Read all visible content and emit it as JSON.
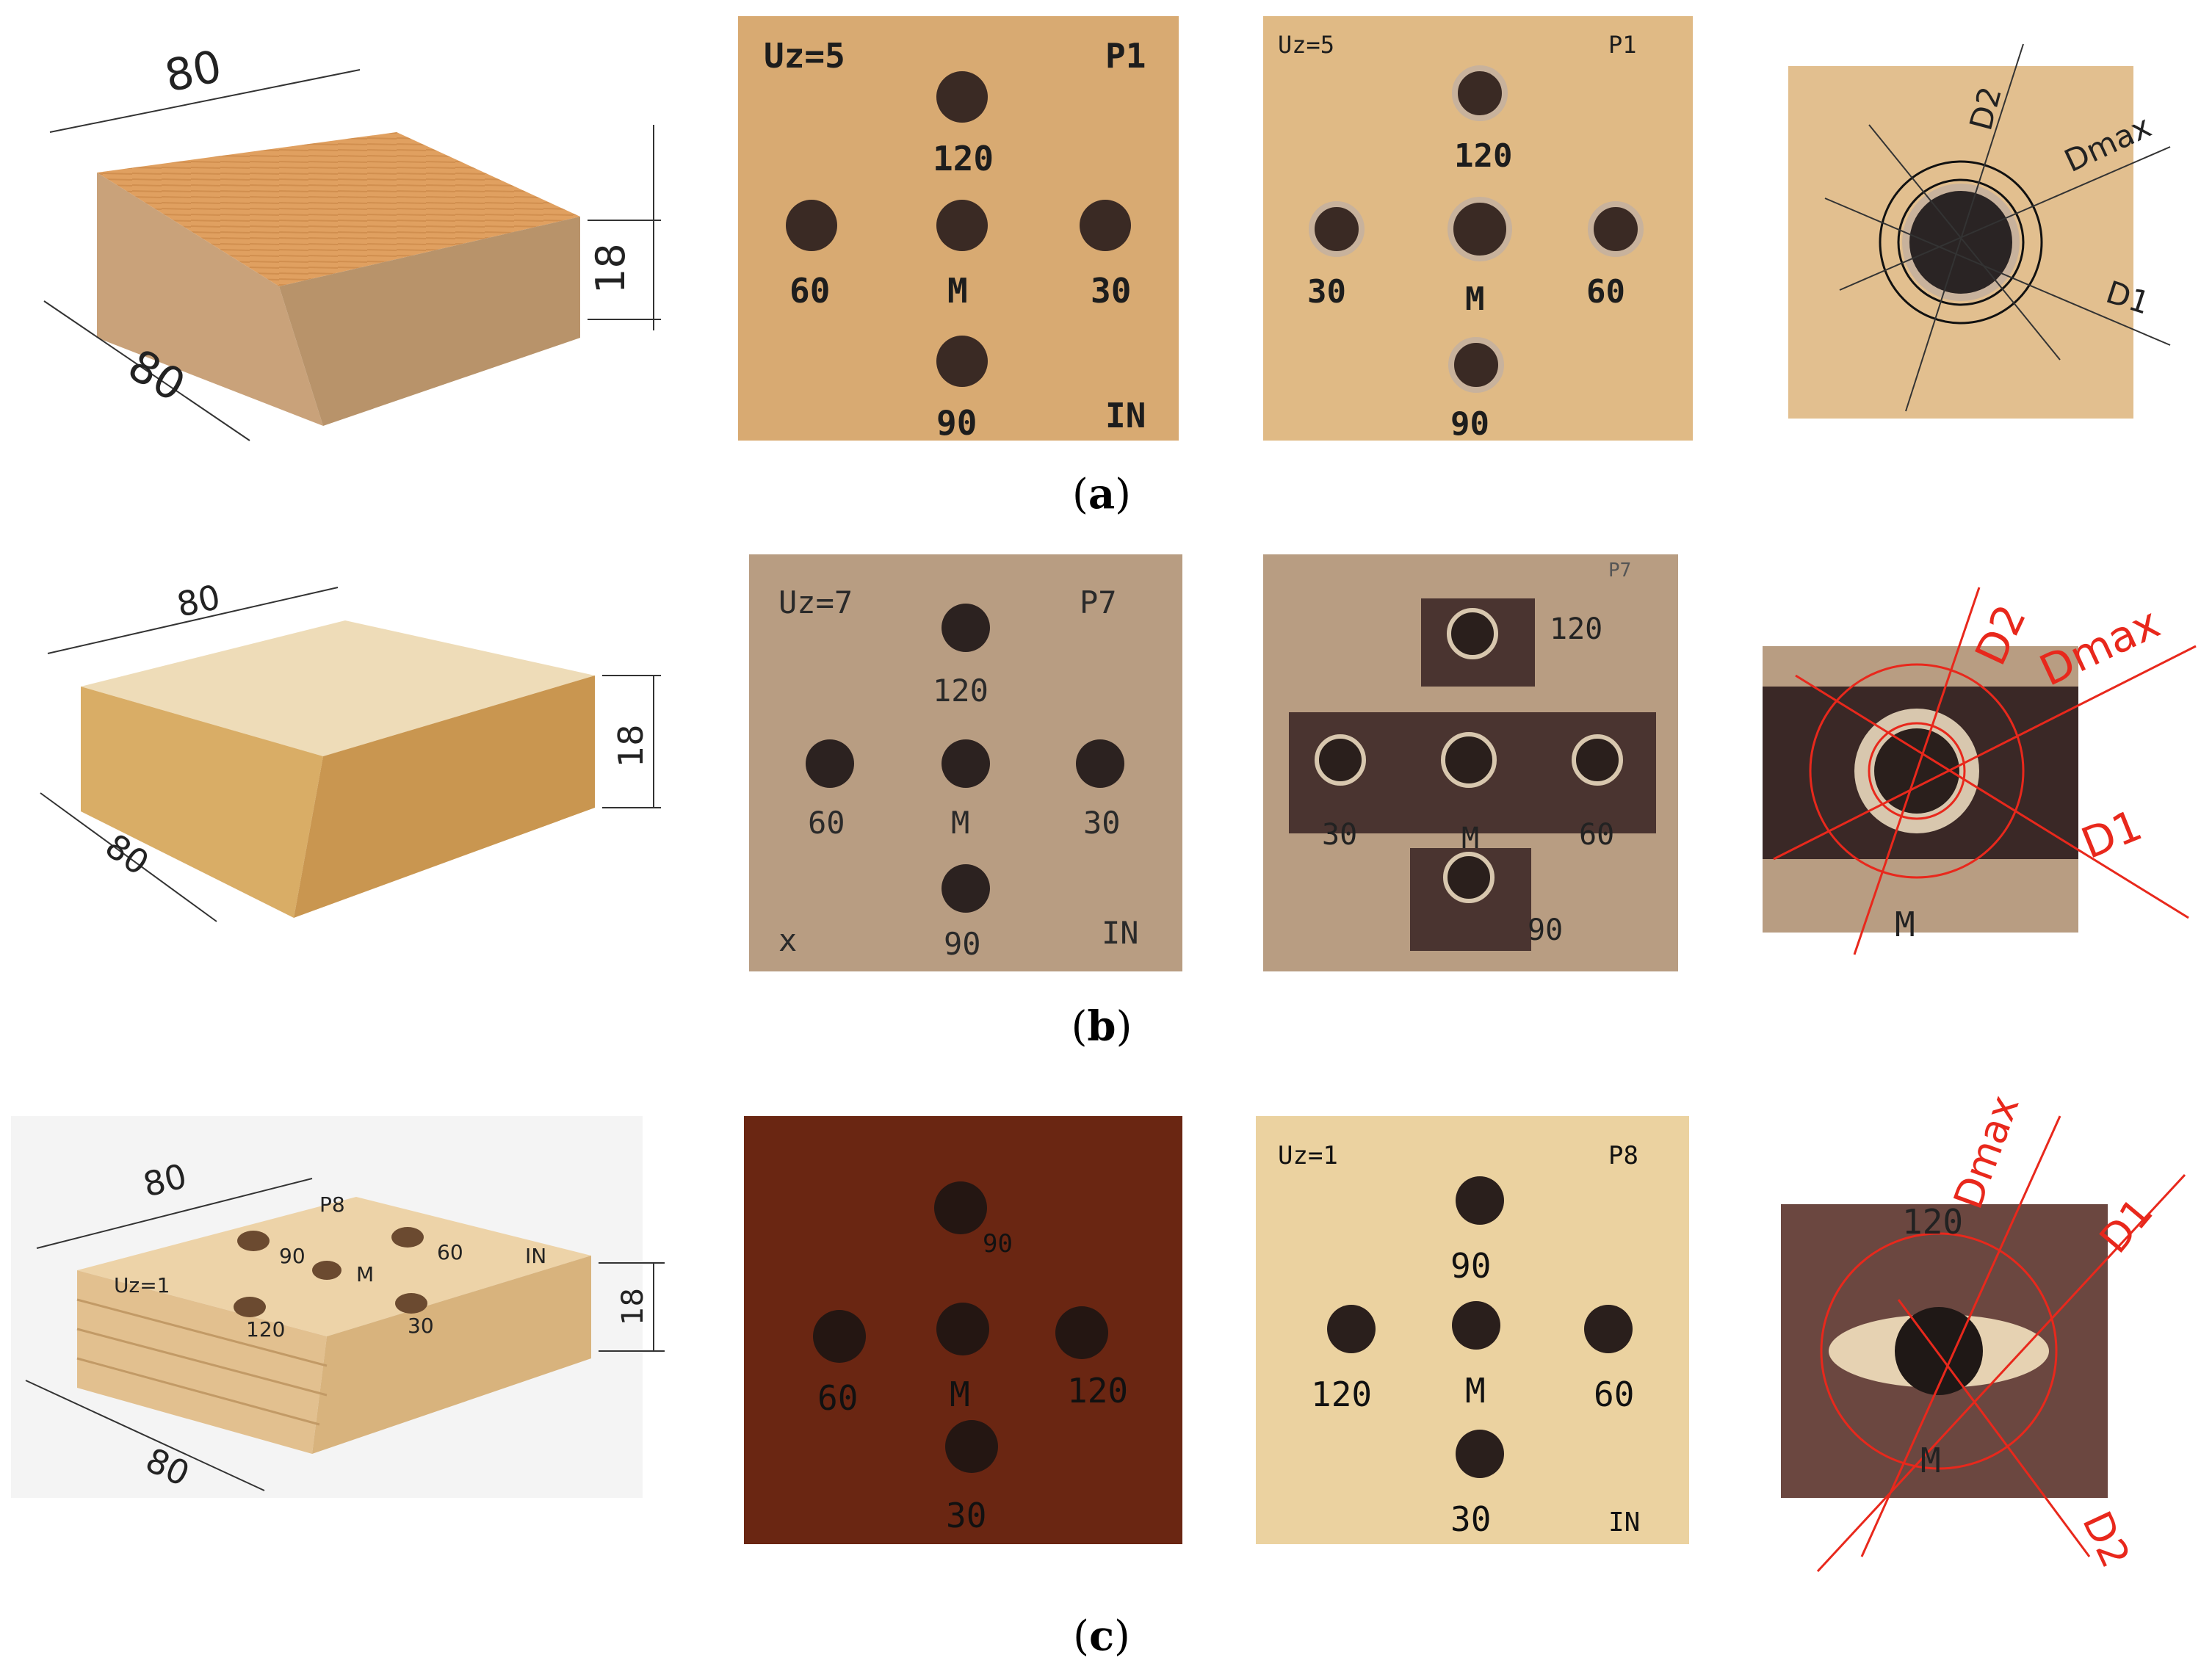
{
  "rows": [
    {
      "caption": "a",
      "block": {
        "top_dim": "80",
        "side_dim": "80",
        "thickness_dim": "18"
      },
      "sample_front": {
        "uz_label": "Uz=5",
        "code": "P1",
        "top": "120",
        "left": "60",
        "center": "M",
        "right": "30",
        "bottom": "90",
        "corner": "IN"
      },
      "sample_back": {
        "uz_label": "Uz=5",
        "code": "P1",
        "top": "120",
        "left": "30",
        "center": "M",
        "right": "60",
        "bottom": "90"
      },
      "detail": {
        "d2": "D2",
        "dmax": "Dmax",
        "d1": "D1"
      }
    },
    {
      "caption": "b",
      "block": {
        "top_dim": "80",
        "side_dim": "80",
        "thickness_dim": "18"
      },
      "sample_front": {
        "uz_label": "Uz=7",
        "code": "P7",
        "top": "120",
        "left": "60",
        "center": "M",
        "right": "30",
        "bottom": "90",
        "corner": "IN",
        "corner_left": "x"
      },
      "sample_back": {
        "code": "P7",
        "top": "120",
        "left": "30",
        "center": "M",
        "right": "60",
        "bottom": "90"
      },
      "detail": {
        "d2": "D2",
        "dmax": "Dmax",
        "d1": "D1",
        "mark": "M"
      }
    },
    {
      "caption": "c",
      "block": {
        "top_dim": "80",
        "side_dim": "80",
        "thickness_dim": "18",
        "uz_label": "Uz=1",
        "code": "P8",
        "h_90": "90",
        "h_60": "60",
        "h_m": "M",
        "h_in": "IN",
        "h_120": "120",
        "h_30": "30"
      },
      "sample_front": {
        "top": "90",
        "left": "60",
        "center": "M",
        "right": "120",
        "bottom": "30"
      },
      "sample_back": {
        "uz_label": "Uz=1",
        "code": "P8",
        "top": "90",
        "left": "120",
        "center": "M",
        "right": "60",
        "bottom": "30",
        "corner": "IN"
      },
      "detail": {
        "dmax": "Dmax",
        "d1": "D1",
        "d2": "D2",
        "mark_top": "120",
        "mark": "M"
      }
    }
  ],
  "colors": {
    "chipboard": "#d99a5a",
    "mdf": "#d8ad6c",
    "plywood": "#e8c99a",
    "sample_a": "#d8aa72",
    "sample_b": "#b89d82",
    "sample_c_dark": "#6a2612",
    "sample_c_light": "#ebd2a0",
    "accent_red": "#e8281c",
    "marker": "#1d1d1d"
  }
}
